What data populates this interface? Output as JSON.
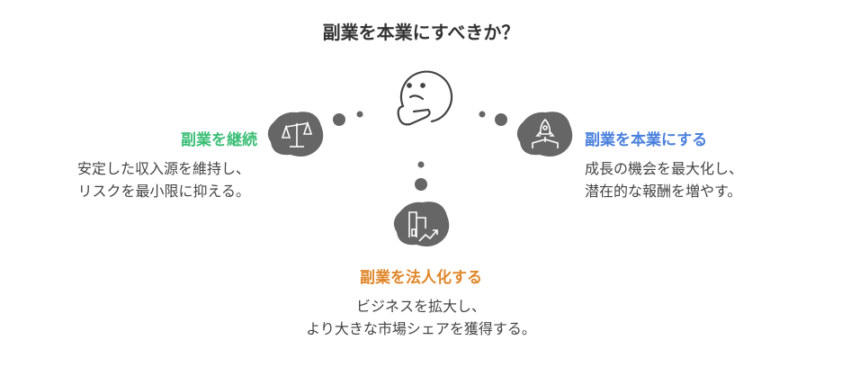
{
  "title": "副業を本業にすべきか？",
  "colors": {
    "green": "#3dbf78",
    "blue": "#4a80dc",
    "orange": "#e0872a",
    "icon_bg": "#666666"
  },
  "options": [
    {
      "label": "副業を継続",
      "lines": [
        "安定した収入源を維持し、",
        "リスクを最小限に抑える。"
      ],
      "icon": "scale-icon"
    },
    {
      "label": "副業を本業にする",
      "lines": [
        "成長の機会を最大化し、",
        "潜在的な報酬を増やす。"
      ],
      "icon": "rocket-icon"
    },
    {
      "label": "副業を法人化する",
      "lines": [
        "ビジネスを拡大し、",
        "より大きな市場シェアを獲得する。"
      ],
      "icon": "building-growth-icon"
    }
  ],
  "center_icon": "thinking-face-icon"
}
